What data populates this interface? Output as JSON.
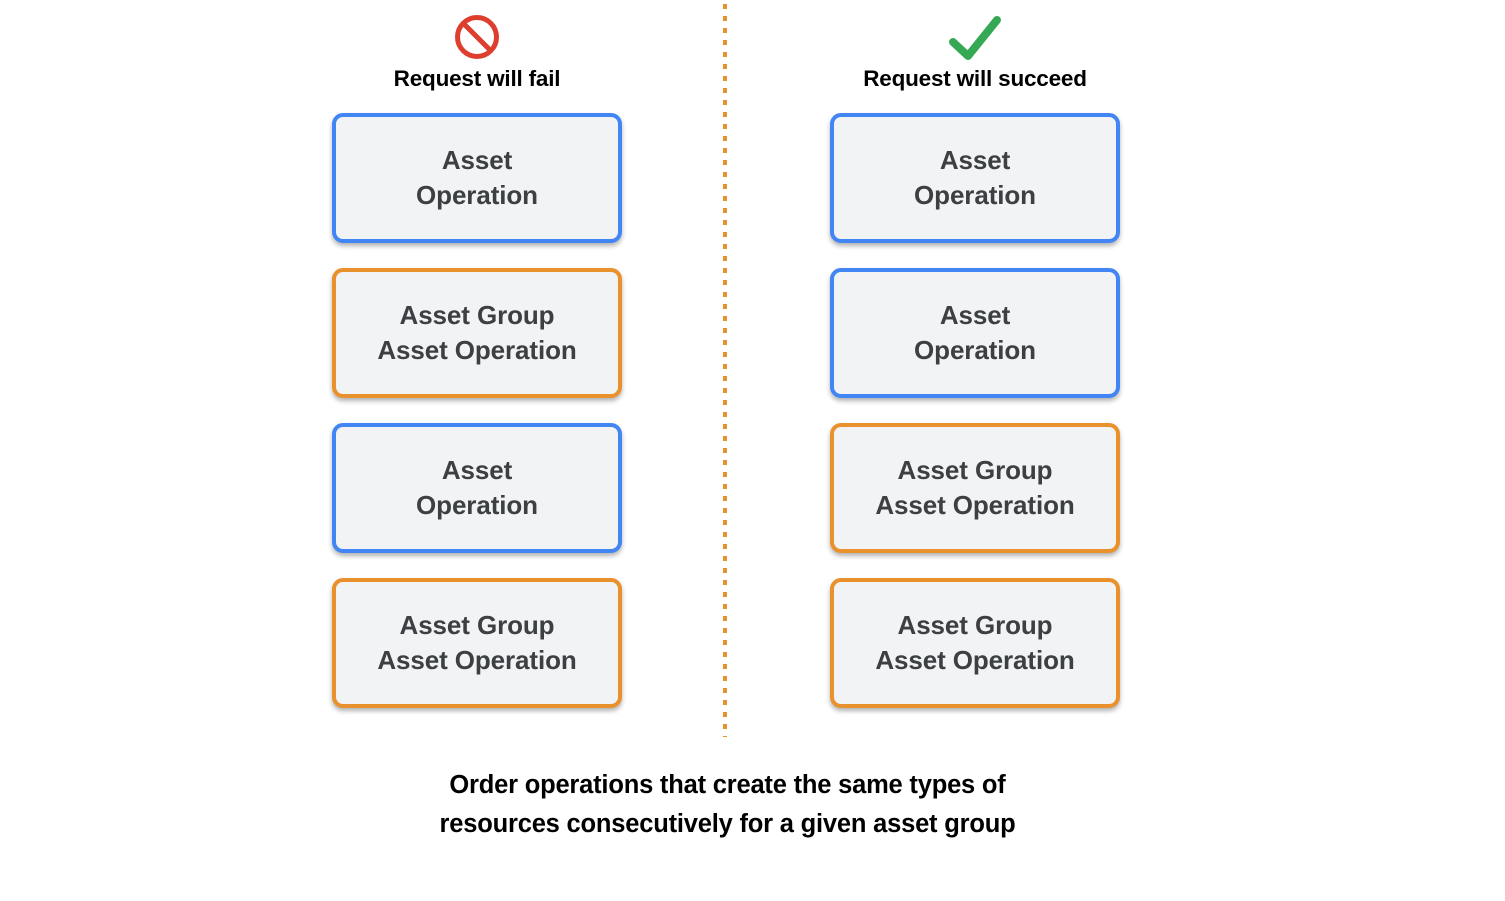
{
  "colors": {
    "blue_border": "#4285f4",
    "orange_border": "#e8912d",
    "box_fill": "#f1f3f4",
    "box_text": "#3c4043",
    "fail_icon": "#dd3e2e",
    "success_icon": "#34a853",
    "divider": "#e8912d"
  },
  "columns": [
    {
      "id": "fail",
      "icon": "prohibited-icon",
      "header_label": "Request will fail",
      "boxes": [
        {
          "type": "asset-operation",
          "border": "blue",
          "text": "Asset\nOperation"
        },
        {
          "type": "asset-group-asset-operation",
          "border": "orange",
          "text": "Asset Group\nAsset Operation"
        },
        {
          "type": "asset-operation",
          "border": "blue",
          "text": "Asset\nOperation"
        },
        {
          "type": "asset-group-asset-operation",
          "border": "orange",
          "text": "Asset Group\nAsset Operation"
        }
      ]
    },
    {
      "id": "succeed",
      "icon": "check-icon",
      "header_label": "Request will succeed",
      "boxes": [
        {
          "type": "asset-operation",
          "border": "blue",
          "text": "Asset\nOperation"
        },
        {
          "type": "asset-operation",
          "border": "blue",
          "text": "Asset\nOperation"
        },
        {
          "type": "asset-group-asset-operation",
          "border": "orange",
          "text": "Asset Group\nAsset Operation"
        },
        {
          "type": "asset-group-asset-operation",
          "border": "orange",
          "text": "Asset Group\nAsset Operation"
        }
      ]
    }
  ],
  "caption": "Order operations that create the same types of\nresources consecutively for a given asset group"
}
